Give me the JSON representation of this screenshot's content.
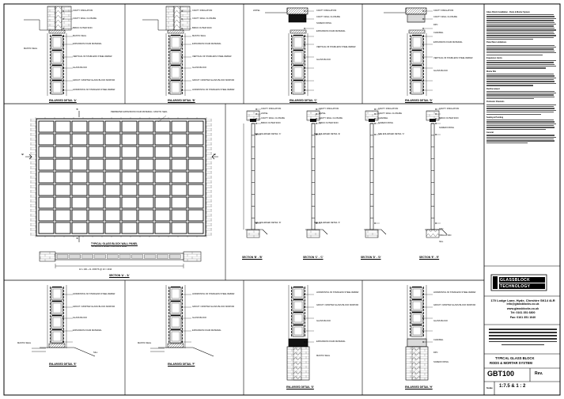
{
  "drawing": {
    "title_line1": "TYPICAL GLASS BLOCK",
    "title_line2": "RODS & MORTAR SYSTEM",
    "number": "GBT100",
    "rev_label": "Rev.",
    "scale_label": "Scale",
    "scale_value": "1:7.5 & 1 : 2"
  },
  "company": {
    "logo_line1": "GLASSBLOCK",
    "logo_line2": "TECHNOLOGY",
    "address_lines": [
      "170 Lodge Lane, Hyde, Cheshire SK14 4LR",
      "info@glassblocks.co.uk",
      "www.glassblocks.co.uk",
      "Tel: 0161 351 6800",
      "Fax: 0161 351 1040"
    ]
  },
  "notes": [
    {
      "heading": "Glass Block Installation - Rods & Mortar System",
      "lines": 14
    },
    {
      "heading": "Panel Size Limitations",
      "lines": 6
    },
    {
      "heading": "Expansion Joints",
      "lines": 5
    },
    {
      "heading": "Mortar Mix",
      "lines": 7
    },
    {
      "heading": "Reinforcement",
      "lines": 5
    },
    {
      "heading": "Perimeter Channels",
      "lines": 6
    },
    {
      "heading": "Sealing & Pointing",
      "lines": 6
    },
    {
      "heading": "General",
      "lines": 5
    }
  ],
  "disclaimer_lines": 6,
  "labels": {
    "cavity_insulation": "CAVITY INSULATION",
    "cavity_wall_closure": "CAVITY WALL CLOSURE",
    "brick_outer_skin": "BRICK OUTER SKIN",
    "mastic_seal": "MASTIC SEAL",
    "expansion_foam": "EXPANSION FOAM MATERIAL",
    "vertical_rods": "VERTICAL 6ft STAINLESS STEEL REBAR",
    "glass_block": "GLASS BLOCK",
    "grout_mortar": "GROUT / MORTAR GLASS BLOCK MORTAR",
    "horizontal_rods": "HORIZONTAL 6ft STAINLESS STEEL REBAR",
    "lintel": "LINTEL",
    "screw_fixing": "SCREW FIXING",
    "channel": "CHANNEL",
    "dpc": "DPC",
    "sill": "SILL",
    "insulation": "INSULATION",
    "see_detail_c": "SEE ENLARGED DETAIL 'C'",
    "see_detail_d": "SEE ENLARGED DETAIL 'D'",
    "see_detail_e": "SEE ENLARGED DETAIL 'E'",
    "see_detail_f": "SEE ENLARGED DETAIL 'F'",
    "perimeter_exp": "PERIMETER EXPANSION FOAM MATERIAL / MASTIC SEAL",
    "panel_title": "TYPICAL GLASS BLOCK WALL PANEL",
    "panel_subtitle": "10 BLOCKS WIDE x 9 BLOCKS HIGH",
    "section_a": "SECTION 'A' - 'A'",
    "section_b": "SECTION 'B' - 'B'",
    "section_c": "SECTION 'C' - 'C'",
    "section_d": "SECTION 'D' - 'D'",
    "section_e": "SECTION 'E' - 'E'",
    "dim_h": "10 x 190 + 11 JOINTS @ 10 = 2010",
    "dim_v": "9 x 190 + 10 JOINTS @ 10 = 1810",
    "mark_a": "'A'",
    "mark_b": "'B'"
  },
  "details_top": [
    "ENLARGED DETAIL 'A'",
    "ENLARGED DETAIL 'B'",
    "ENLARGED DETAIL 'C'",
    "ENLARGED DETAIL 'D'"
  ],
  "details_bottom": [
    "ENLARGED DETAIL 'E'",
    "ENLARGED DETAIL 'F'",
    "ENLARGED DETAIL 'G'",
    "ENLARGED DETAIL 'H'"
  ],
  "grid": {
    "cols": 10,
    "rows": 9
  }
}
